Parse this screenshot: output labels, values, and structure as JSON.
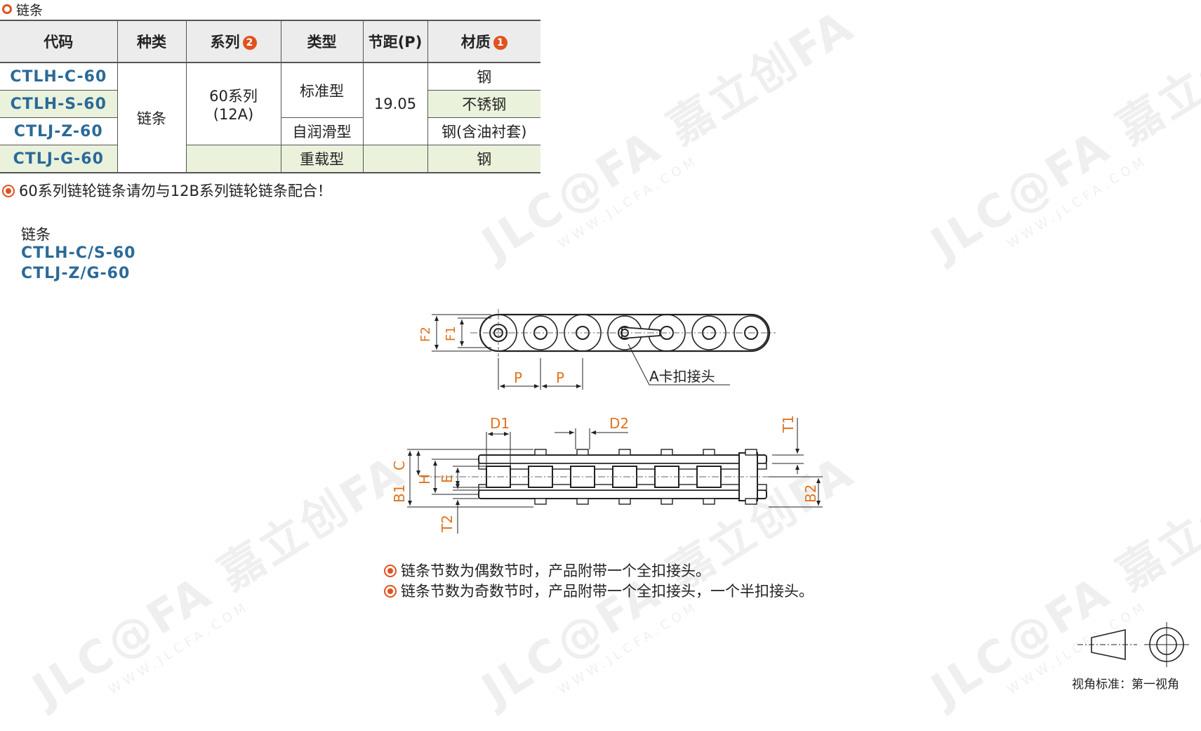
{
  "section_title": "链条",
  "table": {
    "headers": {
      "code": "代码",
      "kind": "种类",
      "series": "系列",
      "series_badge": "2",
      "type": "类型",
      "pitch": "节距(P)",
      "material": "材质",
      "material_badge": "1"
    },
    "rows": [
      {
        "code": "CTLH-C-60",
        "material": "钢"
      },
      {
        "code": "CTLH-S-60",
        "material": "不锈钢"
      },
      {
        "code": "CTLJ-Z-60",
        "material": "钢(含油衬套)"
      },
      {
        "code": "CTLJ-G-60",
        "material": "钢"
      }
    ],
    "kind": "链条",
    "series_line1": "60系列",
    "series_line2": "(12A)",
    "type_standard": "标准型",
    "type_self_lub": "自润滑型",
    "type_heavy": "重载型",
    "pitch_value": "19.05"
  },
  "table_note": "60系列链轮链条请勿与12B系列链轮链条配合！",
  "model": {
    "title": "链条",
    "code1": "CTLH-C/S-60",
    "code2": "CTLJ-Z/G-60"
  },
  "drawing_labels": {
    "f2": "F2",
    "f1": "F1",
    "p": "P",
    "connector": "A卡扣接头",
    "d1": "D1",
    "d2": "D2",
    "t1": "T1",
    "t2": "T2",
    "c": "C",
    "b1": "B1",
    "h": "H",
    "e": "E",
    "b2": "B2"
  },
  "notes": [
    "链条节数为偶数节时，产品附带一个全扣接头。",
    "链条节数为奇数节时，产品附带一个全扣接头，一个半扣接头。"
  ],
  "view_standard": "视角标准：第一视角",
  "watermark": {
    "brand": "JLC@FA 嘉立创FA",
    "url": "WWW.JLCFA.COM"
  },
  "colors": {
    "accent": "#e0521f",
    "code_blue": "#2b6a98",
    "shade_green": "#eaf2dc",
    "dimension": "#e0731f"
  }
}
